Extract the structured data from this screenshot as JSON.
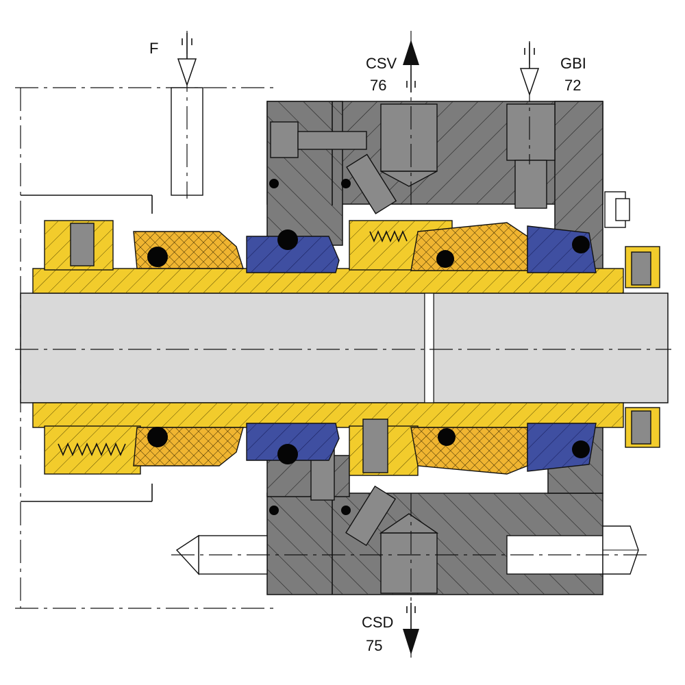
{
  "diagram": {
    "labels": {
      "flush": "F",
      "vent_code": "CSV",
      "vent_number": "76",
      "barrier_inlet_code": "GBI",
      "barrier_inlet_number": "72",
      "drain_code": "CSD",
      "drain_number": "75"
    },
    "colors": {
      "housing": "#7c7c7c",
      "shaft": "#d9d9d9",
      "sleeve_brass": "#f2cc2c",
      "rotating_ring": "#f0b531",
      "stationary_face": "#3f4fa1",
      "o_ring": "#050505"
    }
  }
}
